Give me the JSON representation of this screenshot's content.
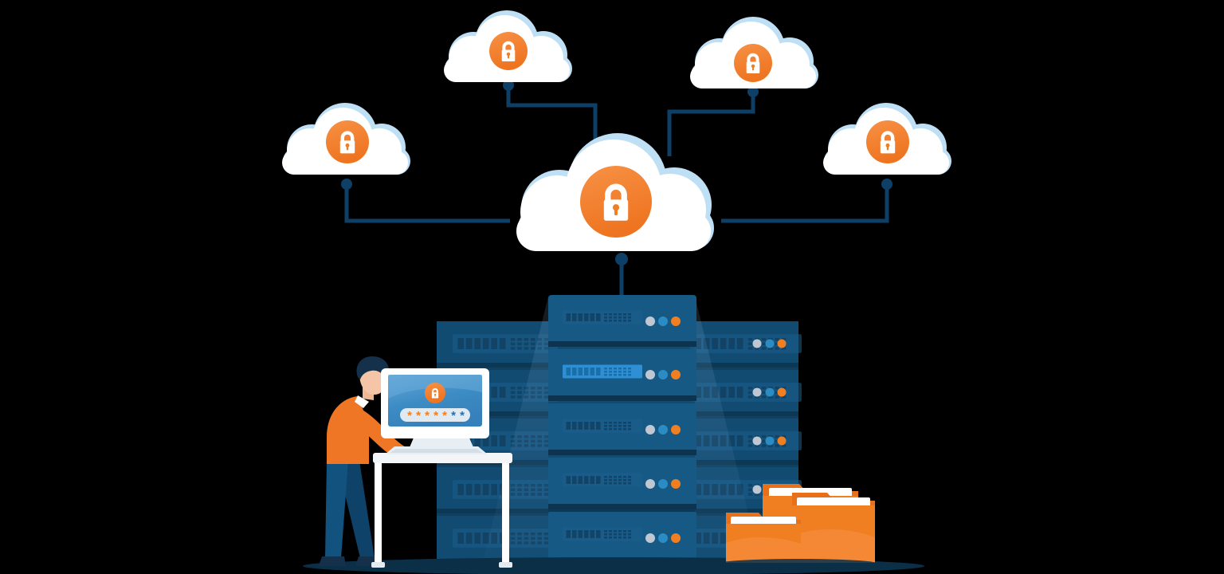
{
  "illustration": {
    "title": "Secure Cloud Data Storage Infrastructure",
    "background_color": "#000000"
  },
  "palette": {
    "orange": "#F07F22",
    "orange_dark": "#E8701A",
    "orange_light": "#F79145",
    "white": "#FFFFFF",
    "cloud_accent_blue": "#BFDFF5",
    "line_navy": "#0E3F66",
    "rack_front": "#175985",
    "rack_front_shade": "#12507A",
    "rack_back": "#103F60",
    "rack_back_dark": "#0D3550",
    "vent_dark": "#123F5F",
    "vent_highlight": "#2E8FD4",
    "led_gray": "#BFC8D2",
    "led_blue": "#2B8CC4",
    "led_orange": "#F07F22",
    "ground_shadow": "#0C2F48",
    "skin": "#F6C5A8",
    "hair_navy": "#14304B",
    "pants_navy": "#12527E",
    "shoe_navy": "#14304B",
    "screen_blue": "#3D8CC4",
    "screen_blue_light": "#5FA6D8",
    "desk_white": "#F2F6F9",
    "monitor_white": "#FFFFFF",
    "folder_paper": "#FFFFFF"
  },
  "clouds": [
    {
      "id": "cloud-top-left",
      "label": "Secure cloud node (top left)",
      "size": "small",
      "lock": "padlock-icon"
    },
    {
      "id": "cloud-top-center",
      "label": "Secure cloud node (top center)",
      "size": "small",
      "lock": "padlock-icon"
    },
    {
      "id": "cloud-top-right",
      "label": "Secure cloud node (top right)",
      "size": "small",
      "lock": "padlock-icon"
    },
    {
      "id": "cloud-far-right",
      "label": "Secure cloud node (far right)",
      "size": "small",
      "lock": "padlock-icon"
    },
    {
      "id": "cloud-main-center",
      "label": "Main secure cloud hub",
      "size": "large",
      "lock": "padlock-icon"
    }
  ],
  "connectors": [
    {
      "from": "cloud-top-left",
      "to": "cloud-main-center",
      "style": "elbow"
    },
    {
      "from": "cloud-top-center",
      "to": "cloud-main-center",
      "style": "elbow"
    },
    {
      "from": "cloud-top-right",
      "to": "cloud-main-center",
      "style": "elbow"
    },
    {
      "from": "cloud-far-right",
      "to": "cloud-main-center",
      "style": "elbow"
    },
    {
      "from": "cloud-main-center",
      "to": "server-rack-front",
      "style": "straight"
    }
  ],
  "server_racks": [
    {
      "id": "server-rack-left-back",
      "label": "Rear server rack (left)",
      "units": 5,
      "leds": [
        "led_gray",
        "led_blue",
        "led_orange"
      ]
    },
    {
      "id": "server-rack-right-back",
      "label": "Rear server rack (right)",
      "units": 5,
      "leds": [
        "led_gray",
        "led_blue",
        "led_orange"
      ]
    },
    {
      "id": "server-rack-front",
      "label": "Front server rack",
      "units": 5,
      "active_unit_index": 1,
      "leds": [
        "led_gray",
        "led_blue",
        "led_orange"
      ]
    }
  ],
  "workstation": {
    "person": {
      "label": "Administrator at standing desk",
      "shirt_color": "#EE7624",
      "pants_color": "#12527E",
      "hair_color": "#14304B"
    },
    "desk": {
      "label": "Standing desk",
      "color": "#F2F6F9"
    },
    "monitor": {
      "label": "Login screen monitor",
      "screen_color": "#3D8CC4",
      "lock_icon": "padlock-icon",
      "password_field": {
        "masked_value": "*******",
        "character_count": 7,
        "orange_chars": 5,
        "blue_chars": 2
      }
    },
    "keyboard": {
      "label": "Keyboard"
    }
  },
  "folders": [
    {
      "id": "folder-back",
      "label": "Document folder (back)",
      "color": "#F07F22"
    },
    {
      "id": "folder-right",
      "label": "Document folder (right)",
      "color": "#F07F22"
    },
    {
      "id": "folder-front",
      "label": "Document folder (front)",
      "color": "#F07F22"
    }
  ]
}
